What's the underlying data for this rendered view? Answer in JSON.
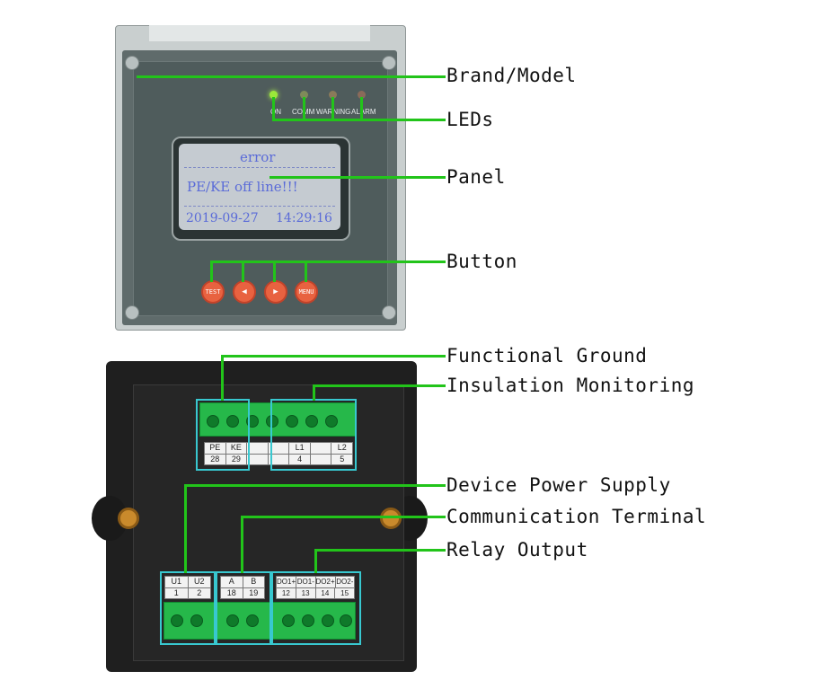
{
  "callouts": {
    "brand_model": "Brand/Model",
    "leds": "LEDs",
    "panel": "Panel",
    "button": "Button",
    "functional_ground": "Functional Ground",
    "insulation_monitoring": "Insulation Monitoring",
    "device_power_supply": "Device Power Supply",
    "communication_terminal": "Communication Terminal",
    "relay_output": "Relay Output"
  },
  "front_panel": {
    "led_labels": [
      "ON",
      "COMM",
      "WARNING",
      "ALARM"
    ],
    "lcd": {
      "title": "error",
      "message": "PE/KE off line!!!",
      "date": "2019-09-27",
      "time": "14:29:16"
    },
    "buttons": [
      "TEST",
      "◀",
      "▶",
      "MENU"
    ]
  },
  "rear_panel": {
    "top_terminal": {
      "names": [
        "PE",
        "KE",
        "",
        "",
        "L1",
        "",
        "L2"
      ],
      "numbers": [
        "28",
        "29",
        "",
        "",
        "4",
        "",
        "5"
      ]
    },
    "power_terminal": {
      "names": [
        "U1",
        "U2"
      ],
      "numbers": [
        "1",
        "2"
      ]
    },
    "comm_terminal": {
      "names": [
        "A",
        "B"
      ],
      "numbers": [
        "18",
        "19"
      ]
    },
    "relay_terminal": {
      "names": [
        "DO1+",
        "DO1-",
        "DO2+",
        "DO2-"
      ],
      "numbers": [
        "12",
        "13",
        "14",
        "15"
      ]
    }
  },
  "colors": {
    "leader_line": "#22c41a",
    "highlight_box": "#38c8d0",
    "lcd_text": "#5a6bd8",
    "button": "#e86240"
  }
}
